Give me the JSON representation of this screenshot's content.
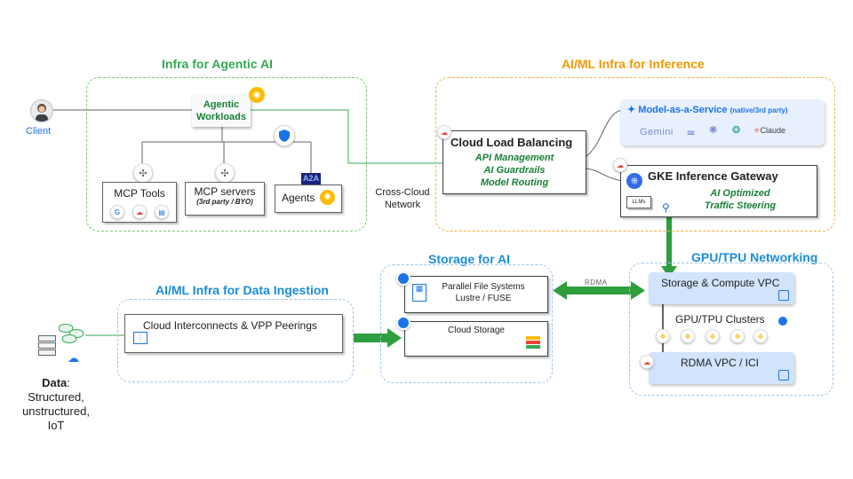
{
  "regions": {
    "agentic": "Infra for Agentic AI",
    "inference": "AI/ML Infra for Inference",
    "storage": "Storage for AI",
    "ingestion": "AI/ML Infra for Data Ingestion",
    "gpu": "GPU/TPU Networking"
  },
  "client": {
    "label": "Client"
  },
  "agentic": {
    "workloads": [
      "Agentic",
      "Workloads"
    ],
    "mcp_tools": "MCP Tools",
    "mcp_servers": "MCP servers",
    "mcp_servers_sub": "(3rd party / BYO)",
    "agents": "Agents",
    "a2a": "A2A"
  },
  "cross_cloud": [
    "Cross-Cloud",
    "Network"
  ],
  "lb": {
    "title": "Cloud Load Balancing",
    "features": [
      "API Management",
      "AI Guardrails",
      "Model Routing"
    ]
  },
  "maas": {
    "title": "Model-as-a-Service",
    "suffix": "(native/3rd party)",
    "models": [
      "Gemini",
      "Claude"
    ]
  },
  "gke": {
    "title": "GKE Inference Gateway",
    "features": [
      "AI Optimized",
      "Traffic Steering"
    ],
    "llm_badge": "LLMs"
  },
  "storage": {
    "pfs": [
      "Parallel File Systems",
      "Lustre / FUSE"
    ],
    "cloud_storage": "Cloud Storage",
    "rdma": "RDMA"
  },
  "ingestion": {
    "interconnect": "Cloud Interconnects & VPP Peerings"
  },
  "gpu": {
    "vpc": "Storage & Compute VPC",
    "clusters": "GPU/TPU Clusters",
    "rdma_vpc": "RDMA VPC / ICI"
  },
  "data": {
    "label": "Data",
    "colon": ":",
    "lines": [
      "Structured,",
      "unstructured,",
      "IoT"
    ]
  },
  "colors": {
    "green": "#34a853",
    "orange": "#f29900",
    "blue": "#1a8cd8",
    "arrow_green": "#2e9e3e",
    "light_blue": "#d2e3fc"
  }
}
